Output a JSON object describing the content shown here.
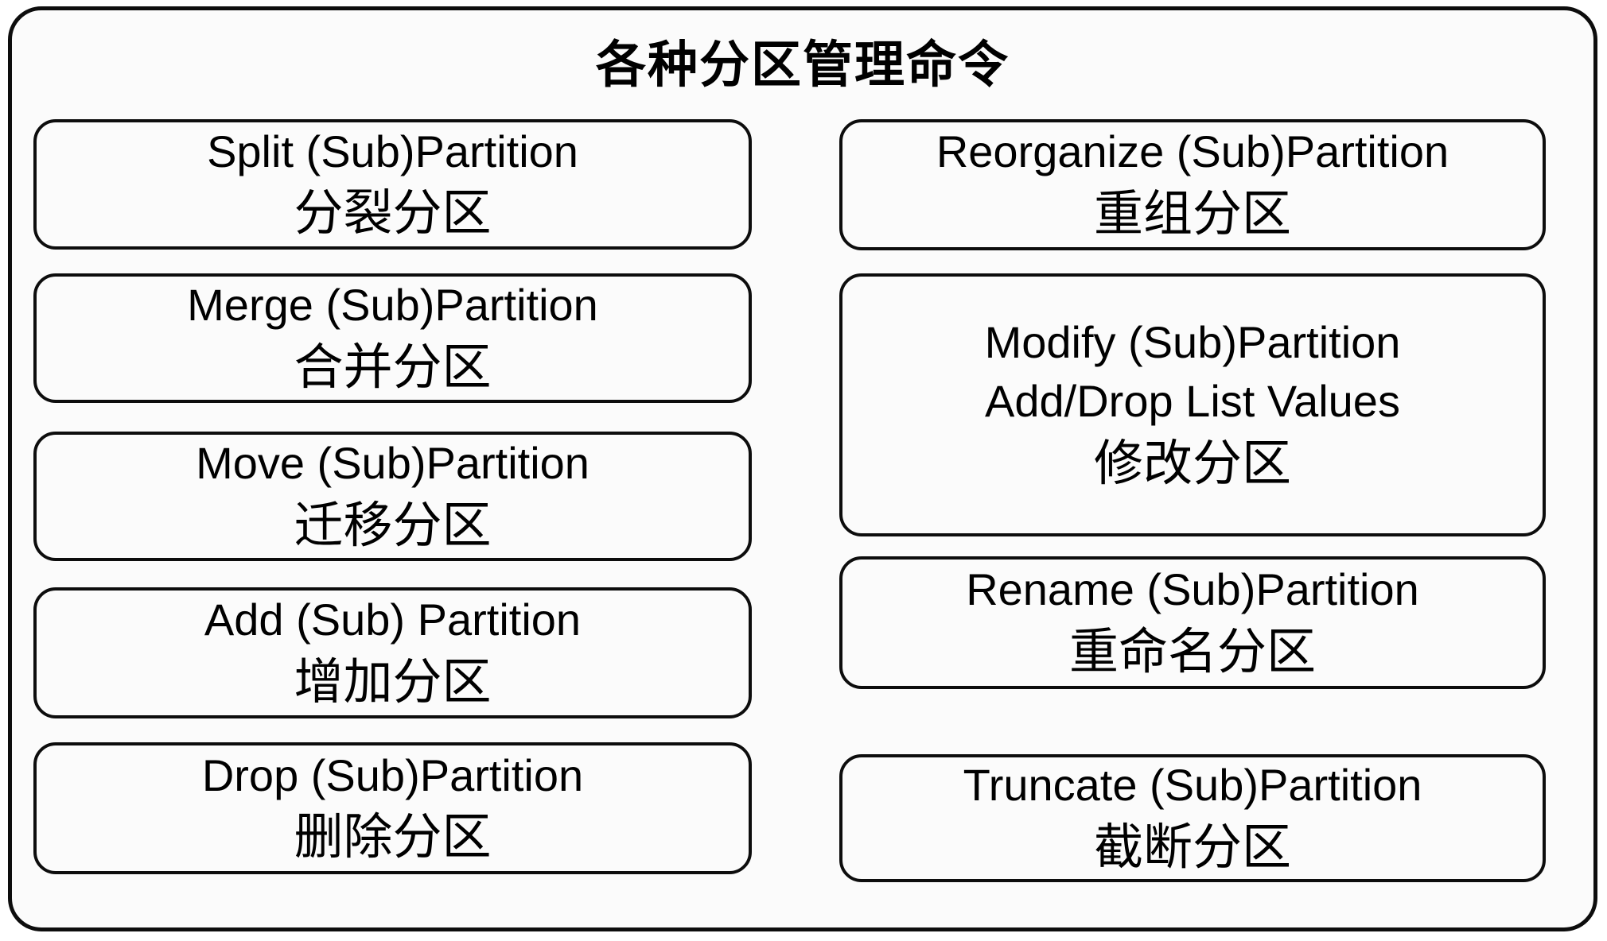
{
  "title": "各种分区管理命令",
  "left_column": [
    {
      "en": "Split (Sub)Partition",
      "zh": "分裂分区"
    },
    {
      "en": "Merge (Sub)Partition",
      "zh": "合并分区"
    },
    {
      "en": "Move (Sub)Partition",
      "zh": "迁移分区"
    },
    {
      "en": "Add (Sub) Partition",
      "zh": "增加分区"
    },
    {
      "en": "Drop (Sub)Partition",
      "zh": "删除分区"
    }
  ],
  "right_column": [
    {
      "en": "Reorganize (Sub)Partition",
      "zh": "重组分区"
    },
    {
      "en": "Modify (Sub)Partition",
      "en_line2": "Add/Drop List Values",
      "zh": "修改分区"
    },
    {
      "en": "Rename (Sub)Partition",
      "zh": "重命名分区"
    },
    {
      "en": "Truncate (Sub)Partition",
      "zh": "截断分区"
    }
  ],
  "colors": {
    "border": "#0d0d0d",
    "background": "#fbfbfb",
    "text": "#000000"
  }
}
